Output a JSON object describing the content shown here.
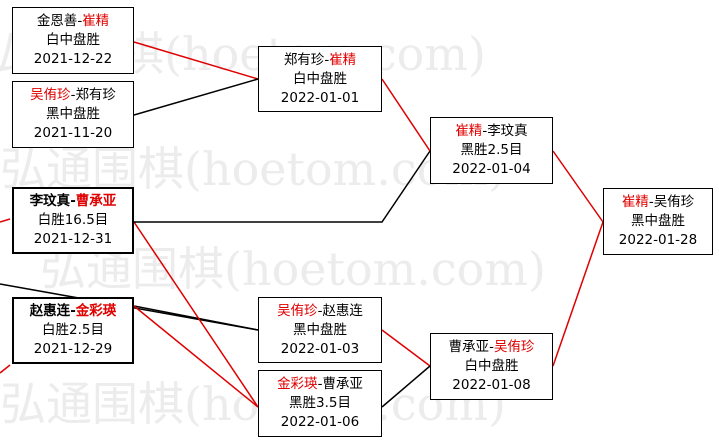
{
  "watermark": {
    "text": "弘通围棋(hoetom.com)"
  },
  "colors": {
    "winner": "#e00000",
    "loser": "#000000"
  },
  "games": [
    {
      "id": "g1",
      "p1": "金恩善",
      "p2": "崔精",
      "winner": 2,
      "result": "白中盘胜",
      "date": "2021-12-22"
    },
    {
      "id": "g2",
      "p1": "吴侑珍",
      "p2": "郑有珍",
      "winner": 1,
      "result": "黑中盘胜",
      "date": "2021-11-20"
    },
    {
      "id": "g3",
      "p1": "李玟真",
      "p2": "曹承亚",
      "winner": 2,
      "result": "白胜16.5目",
      "date": "2021-12-31"
    },
    {
      "id": "g4",
      "p1": "赵惠连",
      "p2": "金彩瑛",
      "winner": 2,
      "result": "白胜2.5目",
      "date": "2021-12-29"
    },
    {
      "id": "g5",
      "p1": "郑有珍",
      "p2": "崔精",
      "winner": 2,
      "result": "白中盘胜",
      "date": "2022-01-01"
    },
    {
      "id": "g6",
      "p1": "吴侑珍",
      "p2": "赵惠连",
      "winner": 1,
      "result": "黑中盘胜",
      "date": "2022-01-03"
    },
    {
      "id": "g7",
      "p1": "金彩瑛",
      "p2": "曹承亚",
      "winner": 1,
      "result": "黑胜3.5目",
      "date": "2022-01-06"
    },
    {
      "id": "g8",
      "p1": "崔精",
      "p2": "李玟真",
      "winner": 1,
      "result": "黑胜2.5目",
      "date": "2022-01-04"
    },
    {
      "id": "g9",
      "p1": "曹承亚",
      "p2": "吴侑珍",
      "winner": 2,
      "result": "白中盘胜",
      "date": "2022-01-08"
    },
    {
      "id": "g10",
      "p1": "崔精",
      "p2": "吴侑珍",
      "winner": 1,
      "result": "黑中盘胜",
      "date": "2022-01-28"
    }
  ]
}
